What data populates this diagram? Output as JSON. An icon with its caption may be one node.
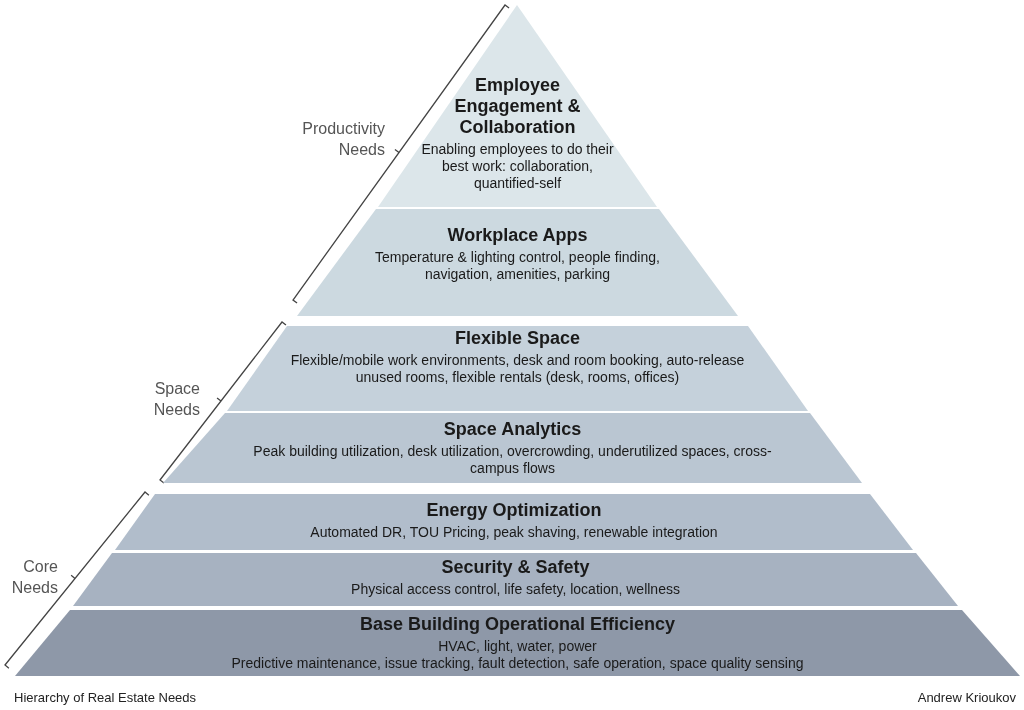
{
  "diagram": {
    "caption": "Hierarchy of Real Estate Needs",
    "nodes": [
      {
        "text": [
          "Employee Engagement & Collaboration",
          "Enabling employees to do their best work: collaboration, quantified-self"
        ]
      },
      {
        "text": [
          "Workplace Apps",
          "Temperature & lighting control, people finding, navigation, amenities, parking"
        ]
      },
      {
        "text": [
          "Flexible Space",
          "Flexible/mobile work environments, desk and room booking, auto-release unused rooms, flexible rentals (desk, rooms, offices)"
        ]
      },
      {
        "text": [
          "Space Analytics",
          "Peak building utilization, desk utilization, overcrowding, underutilized spaces, cross-campus flows"
        ]
      },
      {
        "text": [
          "Energy Optimization",
          "Automated DR, TOU Pricing, peak shaving, renewable integration"
        ]
      },
      {
        "text": [
          "Security & Safety",
          "Physical access control, life safety, location, wellness"
        ]
      },
      {
        "text": [
          "Base Building Operational Efficiency",
          "HVAC, light, water, power",
          "Predictive maintenance, issue tracking, fault detection, safe operation, space quality sensing"
        ]
      }
    ],
    "labels": [
      "Productivity Needs",
      "Space Needs",
      "Core Needs",
      "Andrew Krioukov"
    ]
  }
}
